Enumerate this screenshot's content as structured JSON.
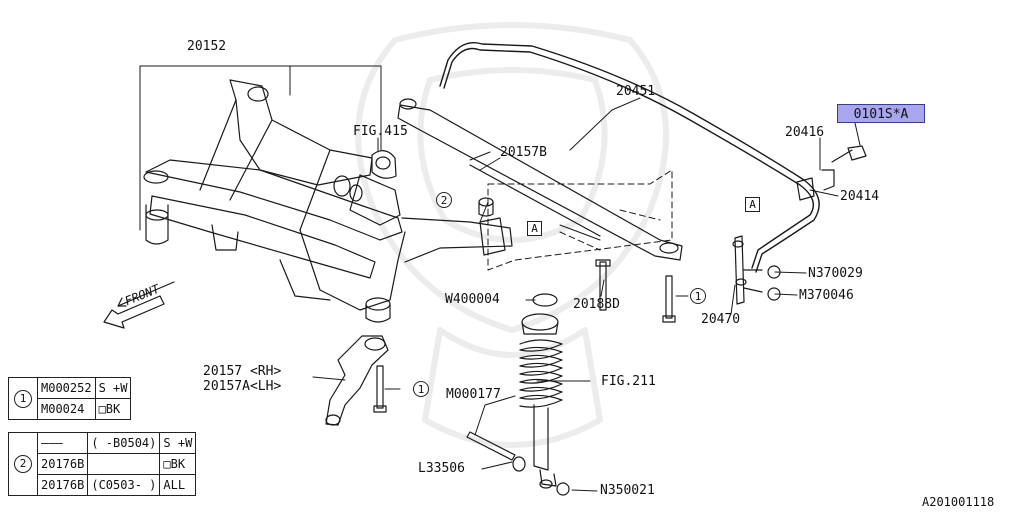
{
  "parts": {
    "p20152": "20152",
    "fig415": "FIG.415",
    "p20157b": "20157B",
    "p20451": "20451",
    "highlight": "0101S*A",
    "p20416": "20416",
    "p20414": "20414",
    "n370029": "N370029",
    "m370046": "M370046",
    "p20470": "20470",
    "w400004": "W400004",
    "p20188d": "20188D",
    "p20157": "20157 <RH>",
    "p20157a": "20157A<LH>",
    "m000177": "M000177",
    "fig211": "FIG.211",
    "l33506": "L33506",
    "n350021": "N350021",
    "front": "FRONT",
    "doc_id": "A201001118"
  },
  "refs": {
    "circle1": "1",
    "circle2": "2",
    "box_a": "A"
  },
  "legend": {
    "row1": {
      "id": "1",
      "a_part": "M000252",
      "a_spec": "S +W",
      "b_part": "M00024",
      "b_spec": "□BK"
    },
    "row2": {
      "id": "2",
      "a_part": "———",
      "a_range": "(    -B0504)",
      "a_spec": "S +W",
      "b_part": "20176B",
      "b_spec": "□BK",
      "c_part": "20176B",
      "c_range": "(C0503-    )",
      "c_spec": "ALL"
    }
  }
}
